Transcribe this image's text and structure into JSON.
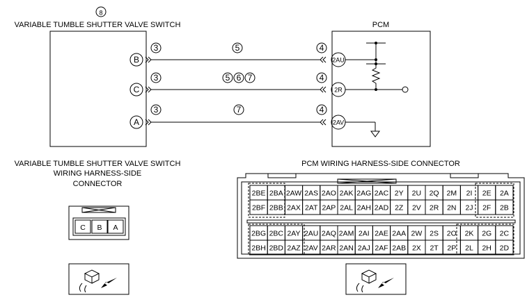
{
  "schematic": {
    "switch_title": "VARIABLE TUMBLE SHUTTER VALVE SWITCH",
    "switch_ref": "8",
    "pcm_title": "PCM",
    "wires": [
      {
        "pin": "B",
        "switch_ref": "3",
        "wire_refs": [
          "5"
        ],
        "pcm_ref": "4",
        "pcm_pin": "2AU"
      },
      {
        "pin": "C",
        "switch_ref": "3",
        "wire_refs": [
          "5",
          "6",
          "7"
        ],
        "pcm_ref": "4",
        "pcm_pin": "2R"
      },
      {
        "pin": "A",
        "switch_ref": "3",
        "wire_refs": [
          "7"
        ],
        "pcm_ref": "4",
        "pcm_pin": "2AV"
      }
    ]
  },
  "switch_connector": {
    "title_lines": [
      "VARIABLE TUMBLE SHUTTER VALVE SWITCH",
      "WIRING HARNESS-SIDE",
      "CONNECTOR"
    ],
    "pins": [
      "C",
      "B",
      "A"
    ]
  },
  "pcm_connector": {
    "title": "PCM WIRING HARNESS-SIDE CONNECTOR",
    "top_rows": [
      [
        "2BE",
        "2BA",
        "2AW",
        "2AS",
        "2AO",
        "2AK",
        "2AG",
        "2AC",
        "2Y",
        "2U",
        "2Q",
        "2M",
        "2I",
        "2E",
        "2A"
      ],
      [
        "2BF",
        "2BB",
        "2AX",
        "2AT",
        "2AP",
        "2AL",
        "2AH",
        "2AD",
        "2Z",
        "2V",
        "2R",
        "2N",
        "2J",
        "2F",
        "2B"
      ]
    ],
    "bottom_rows": [
      [
        "2BG",
        "2BC",
        "2AY",
        "2AU",
        "2AQ",
        "2AM",
        "2AI",
        "2AE",
        "2AA",
        "2W",
        "2S",
        "2O",
        "2K",
        "2G",
        "2C"
      ],
      [
        "2BH",
        "2BD",
        "2AZ",
        "2AV",
        "2AR",
        "2AN",
        "2AJ",
        "2AF",
        "2AB",
        "2X",
        "2T",
        "2P",
        "2L",
        "2H",
        "2D"
      ]
    ]
  }
}
